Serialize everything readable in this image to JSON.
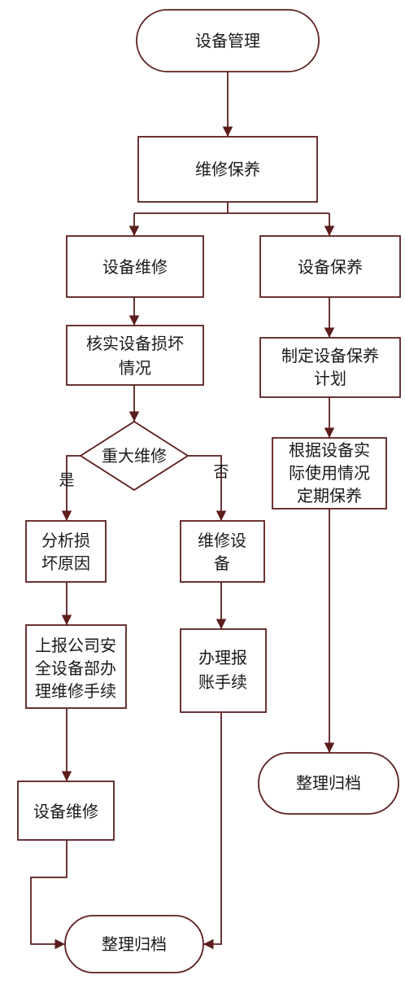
{
  "colors": {
    "stroke": "#5c1d1d",
    "fill": "#ffffff",
    "text": "#1a1a1a",
    "background": "#ffffff"
  },
  "nodes": {
    "start": {
      "shape": "terminal",
      "lines": [
        "设备管理"
      ]
    },
    "maintenance": {
      "shape": "process",
      "lines": [
        "维修保养"
      ]
    },
    "repair": {
      "shape": "process",
      "lines": [
        "设备维修"
      ]
    },
    "upkeep": {
      "shape": "process",
      "lines": [
        "设备保养"
      ]
    },
    "verify_damage": {
      "shape": "process",
      "lines": [
        "核实设备损坏",
        "情况"
      ]
    },
    "major_repair": {
      "shape": "decision",
      "lines": [
        "重大维修"
      ]
    },
    "analyze_cause": {
      "shape": "process",
      "lines": [
        "分析损",
        "坏原因"
      ]
    },
    "repair_equipment": {
      "shape": "process",
      "lines": [
        "维修设",
        "备"
      ]
    },
    "report_dept": {
      "shape": "process",
      "lines": [
        "上报公司安",
        "全设备部办",
        "理维修手续"
      ]
    },
    "reimbursement": {
      "shape": "process",
      "lines": [
        "办理报",
        "账手续"
      ]
    },
    "repair_final": {
      "shape": "process",
      "lines": [
        "设备维修"
      ]
    },
    "archive_left": {
      "shape": "terminal",
      "lines": [
        "整理归档"
      ]
    },
    "make_plan": {
      "shape": "process",
      "lines": [
        "制定设备保养",
        "计划"
      ]
    },
    "periodic_upkeep": {
      "shape": "process",
      "lines": [
        "根据设备实",
        "际使用情况",
        "定期保养"
      ]
    },
    "archive_right": {
      "shape": "terminal",
      "lines": [
        "整理归档"
      ]
    }
  },
  "edge_labels": {
    "yes": "是",
    "no": "否"
  }
}
